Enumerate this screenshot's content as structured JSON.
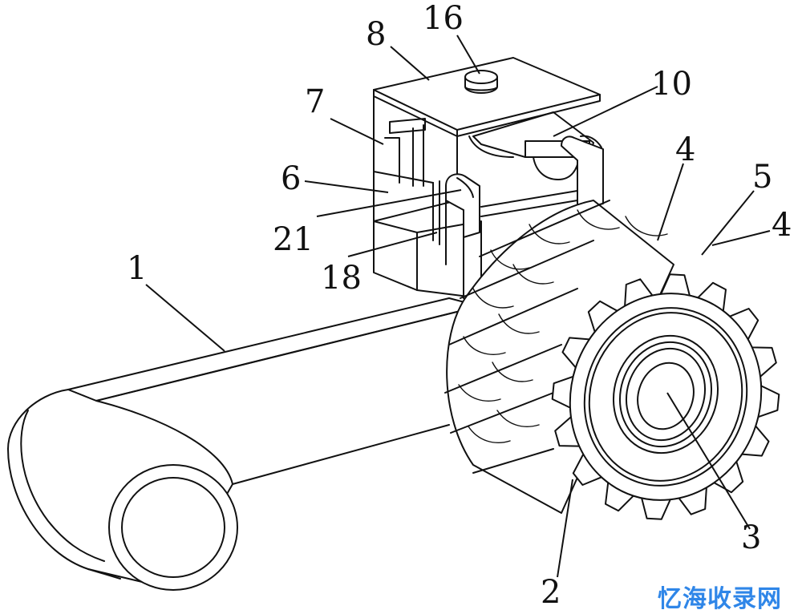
{
  "callouts": {
    "c16": "16",
    "c8": "8",
    "c10": "10",
    "c7": "7",
    "c6": "6",
    "c21": "21",
    "c18": "18",
    "c1": "1",
    "c4a": "4",
    "c5": "5",
    "c4b": "4",
    "c3": "3",
    "c2": "2"
  },
  "watermark": "忆海收录网",
  "colors": {
    "line": "#111111",
    "watermark": "#2f86e8",
    "background": "#ffffff"
  }
}
